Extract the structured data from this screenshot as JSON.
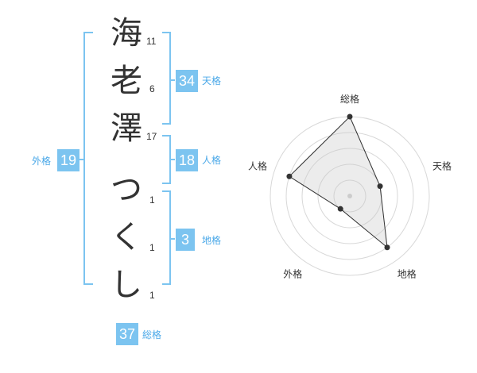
{
  "name": {
    "chars": [
      {
        "char": "海",
        "strokes": "11"
      },
      {
        "char": "老",
        "strokes": "6"
      },
      {
        "char": "澤",
        "strokes": "17"
      },
      {
        "char": "つ",
        "strokes": "1"
      },
      {
        "char": "く",
        "strokes": "1"
      },
      {
        "char": "し",
        "strokes": "1"
      }
    ]
  },
  "kaku": {
    "tenkaku": {
      "label": "天格",
      "value": "34"
    },
    "jinkaku": {
      "label": "人格",
      "value": "18"
    },
    "chikaku": {
      "label": "地格",
      "value": "3"
    },
    "gaikaku": {
      "label": "外格",
      "value": "19"
    },
    "soukaku": {
      "label": "総格",
      "value": "37"
    }
  },
  "colors": {
    "accent": "#7cc4f0",
    "label": "#4aa8e8",
    "bracket": "#7cc4f0"
  },
  "chart_data": {
    "type": "radar",
    "axes": [
      "総格",
      "天格",
      "地格",
      "外格",
      "人格"
    ],
    "range": [
      0,
      5
    ],
    "values": [
      5,
      2,
      4,
      1,
      4
    ],
    "rings": 5
  }
}
